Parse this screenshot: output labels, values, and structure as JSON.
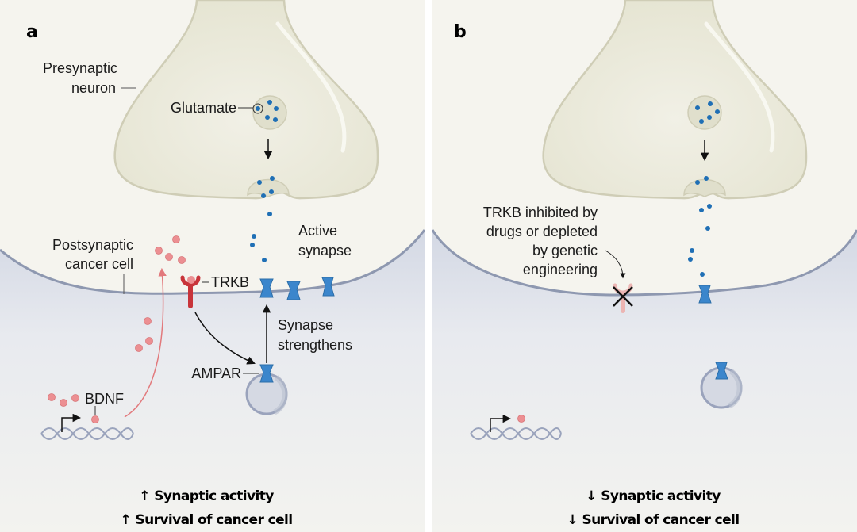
{
  "figure": {
    "panels": [
      {
        "id": "a",
        "letter": "a",
        "labels": {
          "presynaptic_line1": "Presynaptic",
          "presynaptic_line2": "neuron",
          "glutamate": "Glutamate",
          "active_synapse_line1": "Active",
          "active_synapse_line2": "synapse",
          "postsynaptic_line1": "Postsynaptic",
          "postsynaptic_line2": "cancer cell",
          "trkb": "TRKB",
          "synapse_strengthens_line1": "Synapse",
          "synapse_strengthens_line2": "strengthens",
          "ampar": "AMPAR",
          "bdnf": "BDNF"
        },
        "summary": [
          {
            "arrow": "↑",
            "text": "Synaptic activity"
          },
          {
            "arrow": "↑",
            "text": "Survival of cancer cell"
          }
        ]
      },
      {
        "id": "b",
        "letter": "b",
        "labels": {
          "inhibited_line1": "TRKB inhibited by",
          "inhibited_line2": "drugs or depleted",
          "inhibited_line3": "by genetic",
          "inhibited_line4": "engineering"
        },
        "summary": [
          {
            "arrow": "↓",
            "text": "Synaptic activity"
          },
          {
            "arrow": "↓",
            "text": "Survival of cancer cell"
          }
        ]
      }
    ],
    "colors": {
      "background": "#f5f4ee",
      "neuron_fill": "#ebeadc",
      "neuron_stroke": "#cfcdb6",
      "cell_fill": "#dfe2ea",
      "membrane": "#8e98b0",
      "glutamate": "#1f6fb5",
      "ampar": "#3b86cc",
      "trkb": "#c8343a",
      "trkb_inhibited": "#ecb5b3",
      "bdnf": "#ec8f92",
      "bdnf_arrow": "#e2797c",
      "dna": "#9aa3bc"
    }
  }
}
